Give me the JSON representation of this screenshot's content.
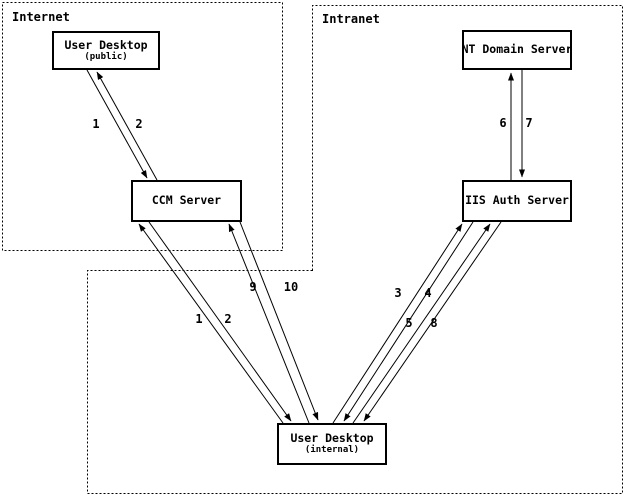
{
  "regions": {
    "internet": "Internet",
    "intranet": "Intranet"
  },
  "nodes": {
    "ud_public": {
      "title": "User Desktop",
      "subtitle": "(public)"
    },
    "ccm": {
      "title": "CCM Server"
    },
    "nt": {
      "title": "NT Domain Server"
    },
    "iis": {
      "title": "IIS Auth Server"
    },
    "ud_internal": {
      "title": "User Desktop",
      "subtitle": "(internal)"
    }
  },
  "flow_labels": {
    "public_request": "1",
    "public_response": "2",
    "internal_ccm_request": "1",
    "internal_ccm_response": "2",
    "internal_iis_request": "3",
    "internal_iis_response": "4",
    "internal_iis_step5": "5",
    "internal_iis_step8": "8",
    "iis_to_nt": "6",
    "nt_to_iis": "7",
    "internal_ccm_step9": "9",
    "internal_ccm_step10": "10"
  },
  "colors": {
    "line": "#000000",
    "background": "#ffffff"
  }
}
